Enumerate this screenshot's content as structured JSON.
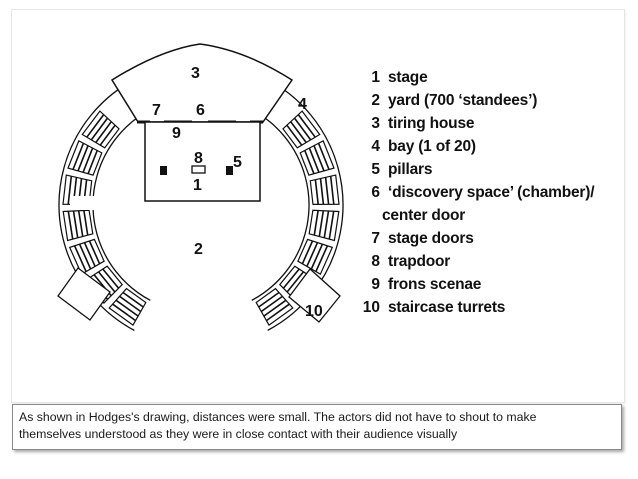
{
  "diagram": {
    "labels": {
      "n1": "1",
      "n2": "2",
      "n3": "3",
      "n4": "4",
      "n5": "5",
      "n6": "6",
      "n7": "7",
      "n8": "8",
      "n9": "9",
      "n10": "10"
    }
  },
  "legend": {
    "items": [
      {
        "num": "1",
        "text": "stage"
      },
      {
        "num": "2",
        "text": "yard (700 ‘standees’)"
      },
      {
        "num": "3",
        "text": "tiring house"
      },
      {
        "num": "4",
        "text": "bay (1 of 20)"
      },
      {
        "num": "5",
        "text": "pillars"
      },
      {
        "num": "6",
        "text": "‘discovery space’ (chamber)/"
      },
      {
        "num": "7",
        "text": "stage doors"
      },
      {
        "num": "8",
        "text": "trapdoor"
      },
      {
        "num": "9",
        "text": "frons scenae"
      },
      {
        "num": "10",
        "text": "staircase turrets"
      }
    ],
    "item6_continuation": "center door"
  },
  "caption": {
    "line1": "As shown in Hodges's drawing, distances were small. The actors did not have to shout to make",
    "line2": "themselves understood as they were in close contact with their audience visually"
  },
  "colors": {
    "ink": "#111111",
    "caption_border": "#8a8a8a"
  }
}
